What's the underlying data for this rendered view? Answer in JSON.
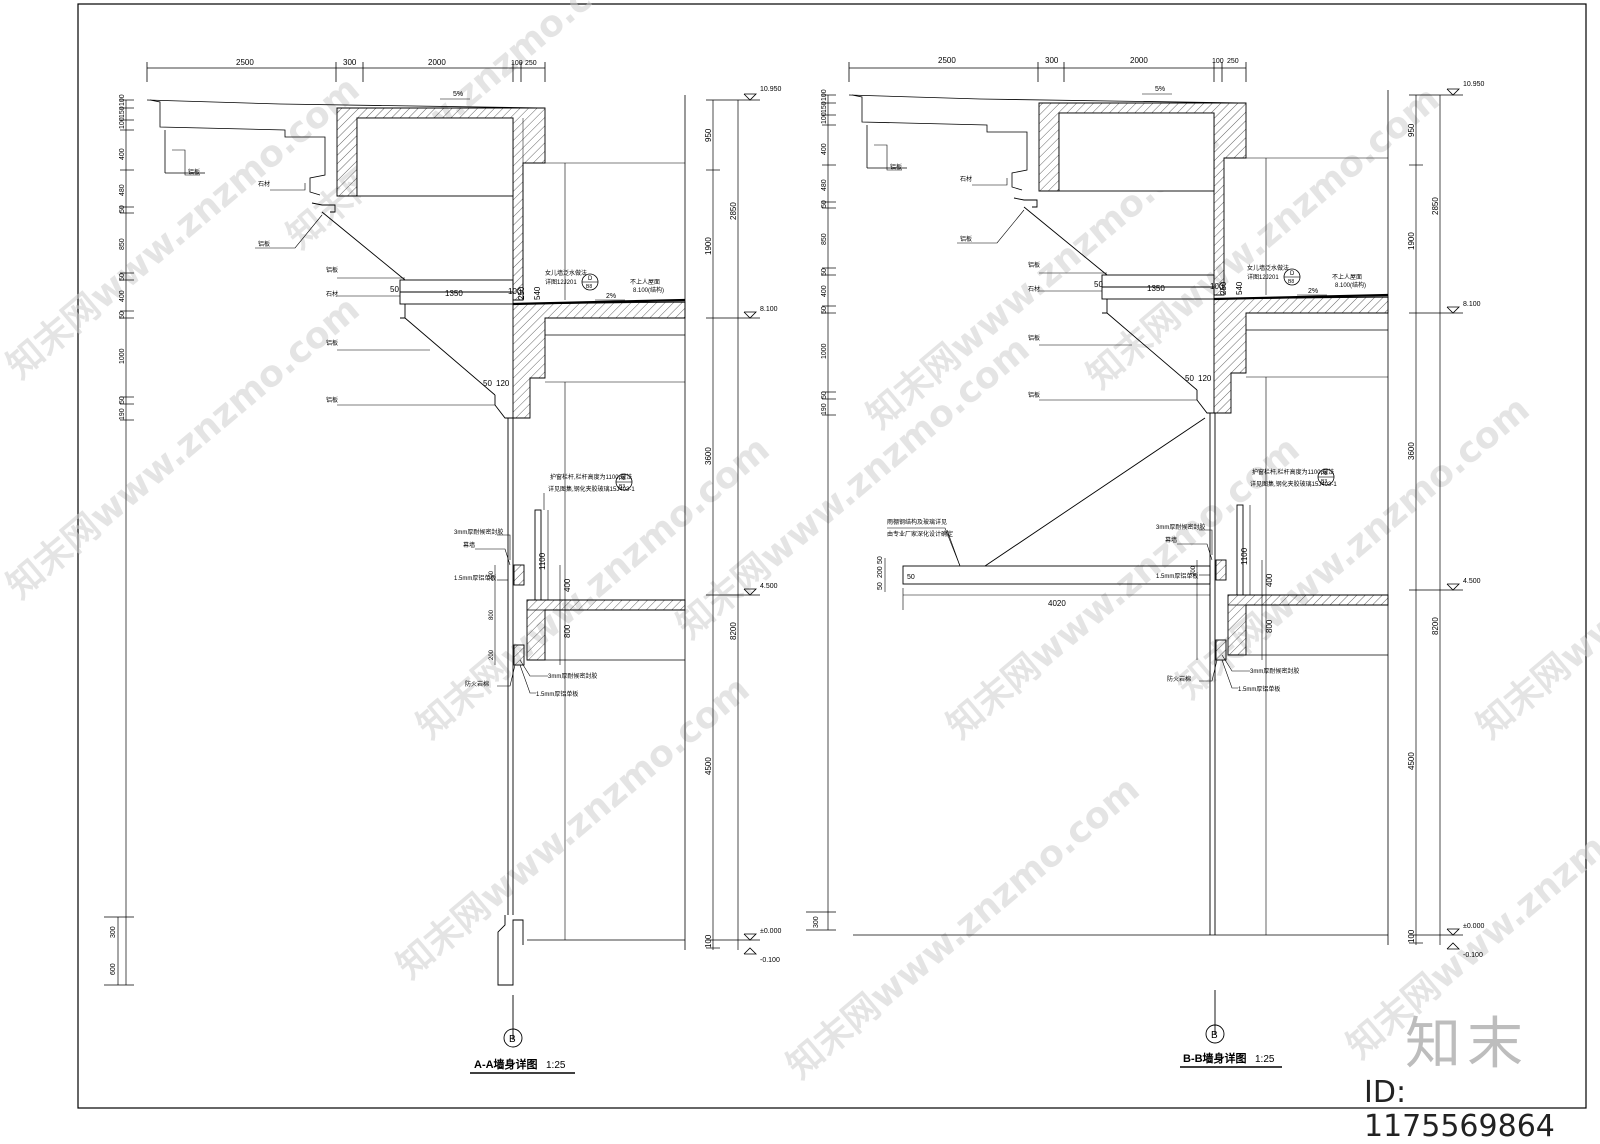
{
  "left_drawing": {
    "title": "A-A墙身详图",
    "scale": "1:25",
    "axis_label": "B",
    "top_dims": [
      "2500",
      "300",
      "2000",
      "100",
      "250"
    ],
    "right_dims": [
      "950",
      "1900",
      "2850",
      "3600",
      "8200",
      "4500",
      "100"
    ],
    "left_dims": [
      "100",
      "150",
      "100",
      "400",
      "480",
      "50",
      "850",
      "50",
      "400",
      "50",
      "1000",
      "50",
      "190",
      "300",
      "600"
    ],
    "level_marks": [
      "10.950",
      "8.100",
      "4.500",
      "±0.000",
      "-0.100"
    ],
    "detail_dims": [
      "1350",
      "50",
      "100",
      "250",
      "540",
      "50",
      "120",
      "200",
      "800",
      "200",
      "800",
      "400",
      "1100"
    ],
    "slope_labels": [
      "5%",
      "2%"
    ],
    "material_labels": [
      "铝板",
      "石材",
      "铝板",
      "铝板",
      "石材",
      "铝板",
      "铝板"
    ],
    "roof_note_1": "女儿墙泛水做法",
    "roof_note_2": "详图12J201",
    "roof_note_3": "不上人屋面",
    "roof_level_note": "8.100(结构)",
    "rail_note_1": "护窗栏杆,栏杆高度为1100,做法",
    "rail_note_2": "详见图集,钢化夹胶玻璃15J403-1",
    "glass_note_top": "3mm厚耐候密封胶",
    "glass_note_mid": "幕墙",
    "glass_note_low": "1.5mm厚铝单板",
    "glass_note_b1": "3mm厚耐候密封胶",
    "glass_note_b2": "防火岩棉",
    "glass_note_b3": "1.5mm厚铝单板",
    "callout_1": "D",
    "callout_1_ref": "B8",
    "callout_2": "P8",
    "callout_2_ref": "B3"
  },
  "right_drawing": {
    "title": "B-B墙身详图",
    "scale": "1:25",
    "axis_label": "B",
    "top_dims": [
      "2500",
      "300",
      "2000",
      "100",
      "250"
    ],
    "right_dims": [
      "950",
      "1900",
      "2850",
      "3600",
      "8200",
      "4500",
      "100"
    ],
    "left_dims": [
      "100",
      "150",
      "100",
      "400",
      "480",
      "50",
      "850",
      "50",
      "400",
      "50",
      "1000",
      "50",
      "190",
      "300"
    ],
    "level_marks": [
      "10.950",
      "8.100",
      "4.500",
      "±0.000",
      "-0.100"
    ],
    "canopy_dim": "4020",
    "canopy_side": [
      "50",
      "200",
      "50"
    ],
    "canopy_end": "50",
    "canopy_note_1": "雨棚钢结构及玻璃详见",
    "canopy_note_2": "由专业厂家深化设计确定",
    "detail_dims": [
      "1350",
      "50",
      "100",
      "250",
      "540",
      "50",
      "120",
      "200",
      "800",
      "400",
      "1100"
    ],
    "slope_labels": [
      "5%",
      "2%"
    ],
    "material_labels": [
      "铝板",
      "石材",
      "铝板",
      "铝板",
      "石材",
      "铝板",
      "铝板"
    ],
    "roof_note_1": "女儿墙泛水做法",
    "roof_note_2": "详图12J201",
    "roof_note_3": "不上人屋面",
    "roof_level_note": "8.100(结构)",
    "rail_note_1": "护窗栏杆,栏杆高度为1100,做法",
    "rail_note_2": "详见图集,钢化夹胶玻璃15J403-1",
    "glass_note_top": "3mm厚耐候密封胶",
    "glass_note_mid": "幕墙",
    "glass_note_low": "1.5mm厚铝单板",
    "glass_note_b1": "3mm厚耐候密封胶",
    "glass_note_b2": "防火岩棉",
    "glass_note_b3": "1.5mm厚铝单板",
    "callout_1": "D",
    "callout_1_ref": "B8",
    "callout_2": "P8",
    "callout_2_ref": "B3"
  },
  "watermark": {
    "text": "知末网www.znzmo.com",
    "brand": "知末",
    "id": "ID: 1175569864"
  },
  "colors": {
    "line": "#000000",
    "watermark": "#cfcfcf",
    "background": "#ffffff"
  }
}
